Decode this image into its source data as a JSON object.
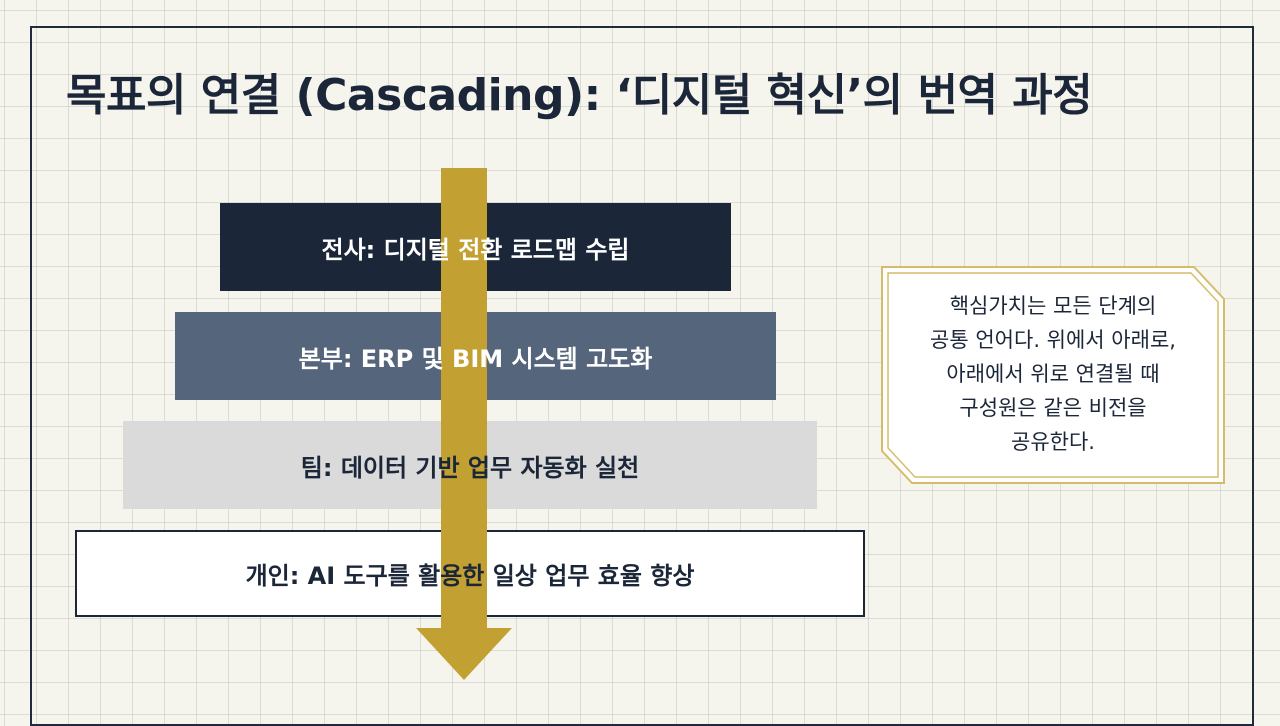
{
  "title": "목표의 연결 (Cascading): ‘디지털 혁신’의 번역 과정",
  "levels": [
    {
      "label": "전사: 디지털 전환 로드맵 수립"
    },
    {
      "label": "본부: ERP 및 BIM 시스템 고도화"
    },
    {
      "label": "팀: 데이터 기반 업무 자동화 실천"
    },
    {
      "label": "개인: AI 도구를 활용한 일상 업무 효율 향상"
    }
  ],
  "callout": {
    "text": "핵심가치는 모든 단계의\n공통 언어다. 위에서 아래로,\n아래에서 위로 연결될 때\n구성원은 같은 비전을\n공유한다."
  },
  "colors": {
    "navy": "#1b2638",
    "slate": "#55657b",
    "light_gray": "#dadada",
    "gold": "#c3a032",
    "background": "#f5f5ee"
  },
  "icons": {
    "arrow": "down-arrow-icon"
  }
}
